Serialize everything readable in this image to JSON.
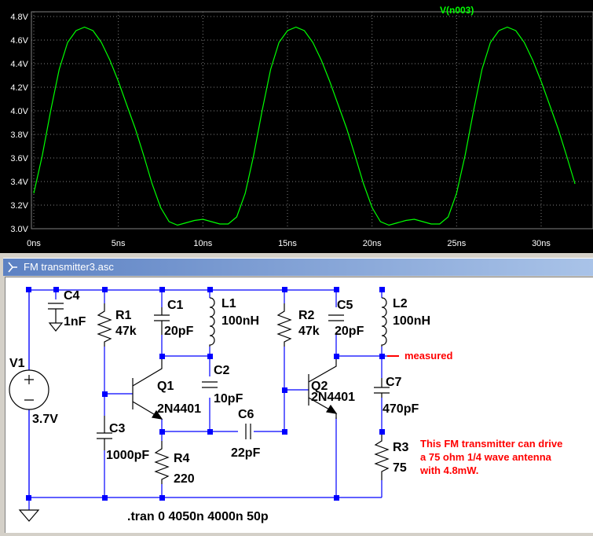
{
  "plot": {
    "trace_label": "V(n003)",
    "y_ticks": [
      "4.8V",
      "4.6V",
      "4.4V",
      "4.2V",
      "4.0V",
      "3.8V",
      "3.6V",
      "3.4V",
      "3.2V",
      "3.0V"
    ],
    "x_ticks": [
      "0ns",
      "5ns",
      "10ns",
      "15ns",
      "20ns",
      "25ns",
      "30ns"
    ],
    "colors": {
      "background": "#000000",
      "trace": "#00ff00",
      "grid": "#808080",
      "axis_text": "#ffffff"
    }
  },
  "chart_data": {
    "type": "line",
    "title": "",
    "xlabel": "",
    "ylabel": "",
    "xlim": [
      0,
      32
    ],
    "ylim": [
      3.0,
      4.8
    ],
    "grid": true,
    "series": [
      {
        "name": "V(n003)",
        "x": [
          0,
          0.5,
          1,
          1.5,
          2,
          2.5,
          3,
          3.5,
          4,
          4.5,
          5,
          5.5,
          6,
          6.5,
          7,
          7.5,
          8,
          8.5,
          9,
          9.5,
          10,
          10.5,
          11,
          11.5,
          12,
          12.5,
          13,
          13.5,
          14,
          14.5,
          15,
          15.5,
          16,
          16.5,
          17,
          17.5,
          18,
          18.5,
          19,
          19.5,
          20,
          20.5,
          21,
          21.5,
          22,
          22.5,
          23,
          23.5,
          24,
          24.5,
          25,
          25.5,
          26,
          26.5,
          27,
          27.5,
          28,
          28.5,
          29,
          29.5,
          30,
          30.5,
          31,
          31.5,
          32
        ],
        "y": [
          3.3,
          3.62,
          4.0,
          4.35,
          4.58,
          4.68,
          4.71,
          4.68,
          4.58,
          4.43,
          4.25,
          4.05,
          3.85,
          3.62,
          3.38,
          3.18,
          3.06,
          3.03,
          3.05,
          3.07,
          3.08,
          3.06,
          3.04,
          3.04,
          3.1,
          3.3,
          3.62,
          4.0,
          4.35,
          4.58,
          4.68,
          4.71,
          4.68,
          4.58,
          4.43,
          4.25,
          4.05,
          3.85,
          3.62,
          3.38,
          3.18,
          3.06,
          3.03,
          3.05,
          3.07,
          3.08,
          3.06,
          3.04,
          3.04,
          3.1,
          3.3,
          3.62,
          4.0,
          4.35,
          4.58,
          4.68,
          4.71,
          4.68,
          4.58,
          4.43,
          4.25,
          4.05,
          3.85,
          3.62,
          3.38
        ]
      }
    ]
  },
  "window": {
    "title": "FM transmitter3.asc"
  },
  "schematic": {
    "labels": {
      "C4": "C4",
      "C4_val": "1nF",
      "R1": "R1",
      "R1_val": "47k",
      "C1": "C1",
      "C1_val": "20pF",
      "L1": "L1",
      "L1_val": "100nH",
      "R2": "R2",
      "R2_val": "47k",
      "C5": "C5",
      "C5_val": "20pF",
      "L2": "L2",
      "L2_val": "100nH",
      "V1": "V1",
      "V1_val": "3.7V",
      "Q1": "Q1",
      "Q1_val": "2N4401",
      "C2": "C2",
      "C2_val": "10pF",
      "Q2": "Q2",
      "Q2_val": "2N4401",
      "C7": "C7",
      "C7_val": "470pF",
      "C3": "C3",
      "C3_val": "1000pF",
      "C6": "C6",
      "C6_val": "22pF",
      "R4": "R4",
      "R4_val": "220",
      "R3": "R3",
      "R3_val": "75"
    },
    "net_label": "measured",
    "note": [
      "This FM transmitter can drive",
      "a 75 ohm 1/4 wave antenna",
      "with 4.8mW."
    ],
    "directive": ".tran 0 4050n 4000n 50p",
    "colors": {
      "wire": "#0000ff",
      "component": "#000000",
      "note": "#ff0000",
      "net_label_bg": "#ffffff"
    }
  }
}
